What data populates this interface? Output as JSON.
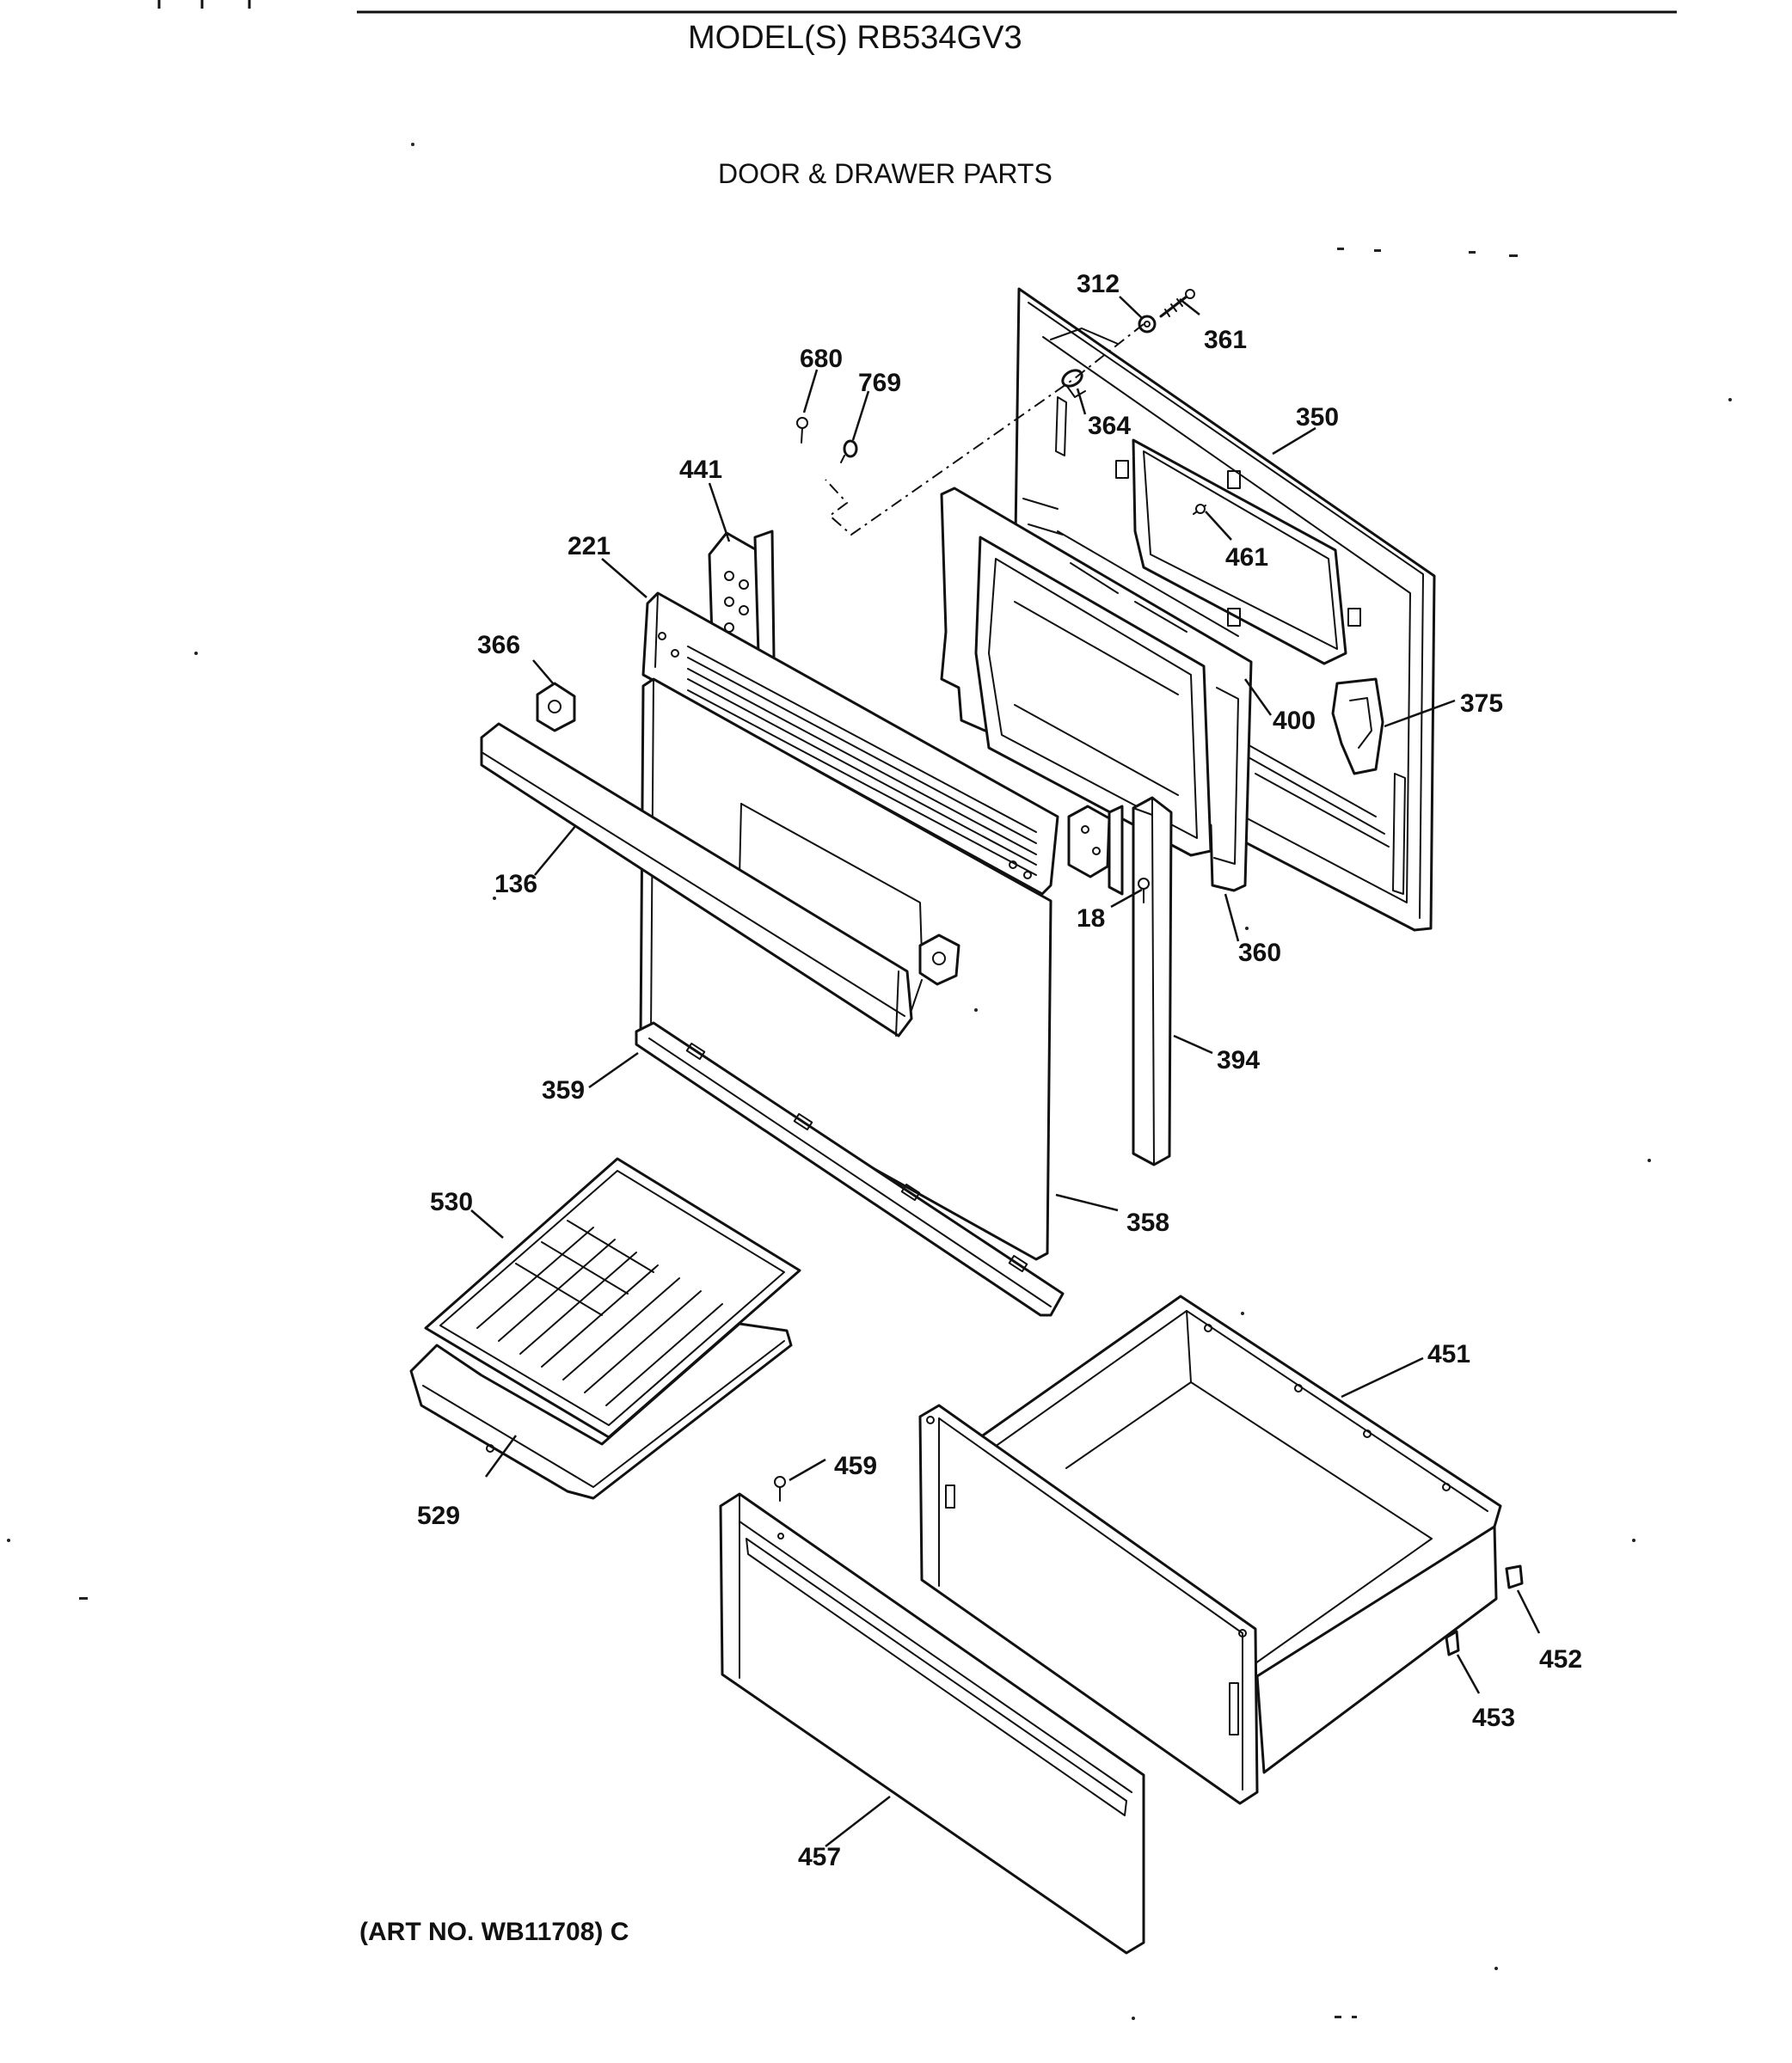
{
  "header": {
    "model": "MODEL(S) RB534GV3",
    "section_title": "DOOR & DRAWER PARTS",
    "art_number": "(ART NO. WB11708) C"
  },
  "part_labels": {
    "p312": "312",
    "p361": "361",
    "p680": "680",
    "p769": "769",
    "p364": "364",
    "p350": "350",
    "p441": "441",
    "p461": "461",
    "p221": "221",
    "p366": "366",
    "p400": "400",
    "p375": "375",
    "p136": "136",
    "p18": "18",
    "p360": "360",
    "p394": "394",
    "p359": "359",
    "p530": "530",
    "p358": "358",
    "p451": "451",
    "p459": "459",
    "p529": "529",
    "p452": "452",
    "p453": "453",
    "p457": "457"
  }
}
